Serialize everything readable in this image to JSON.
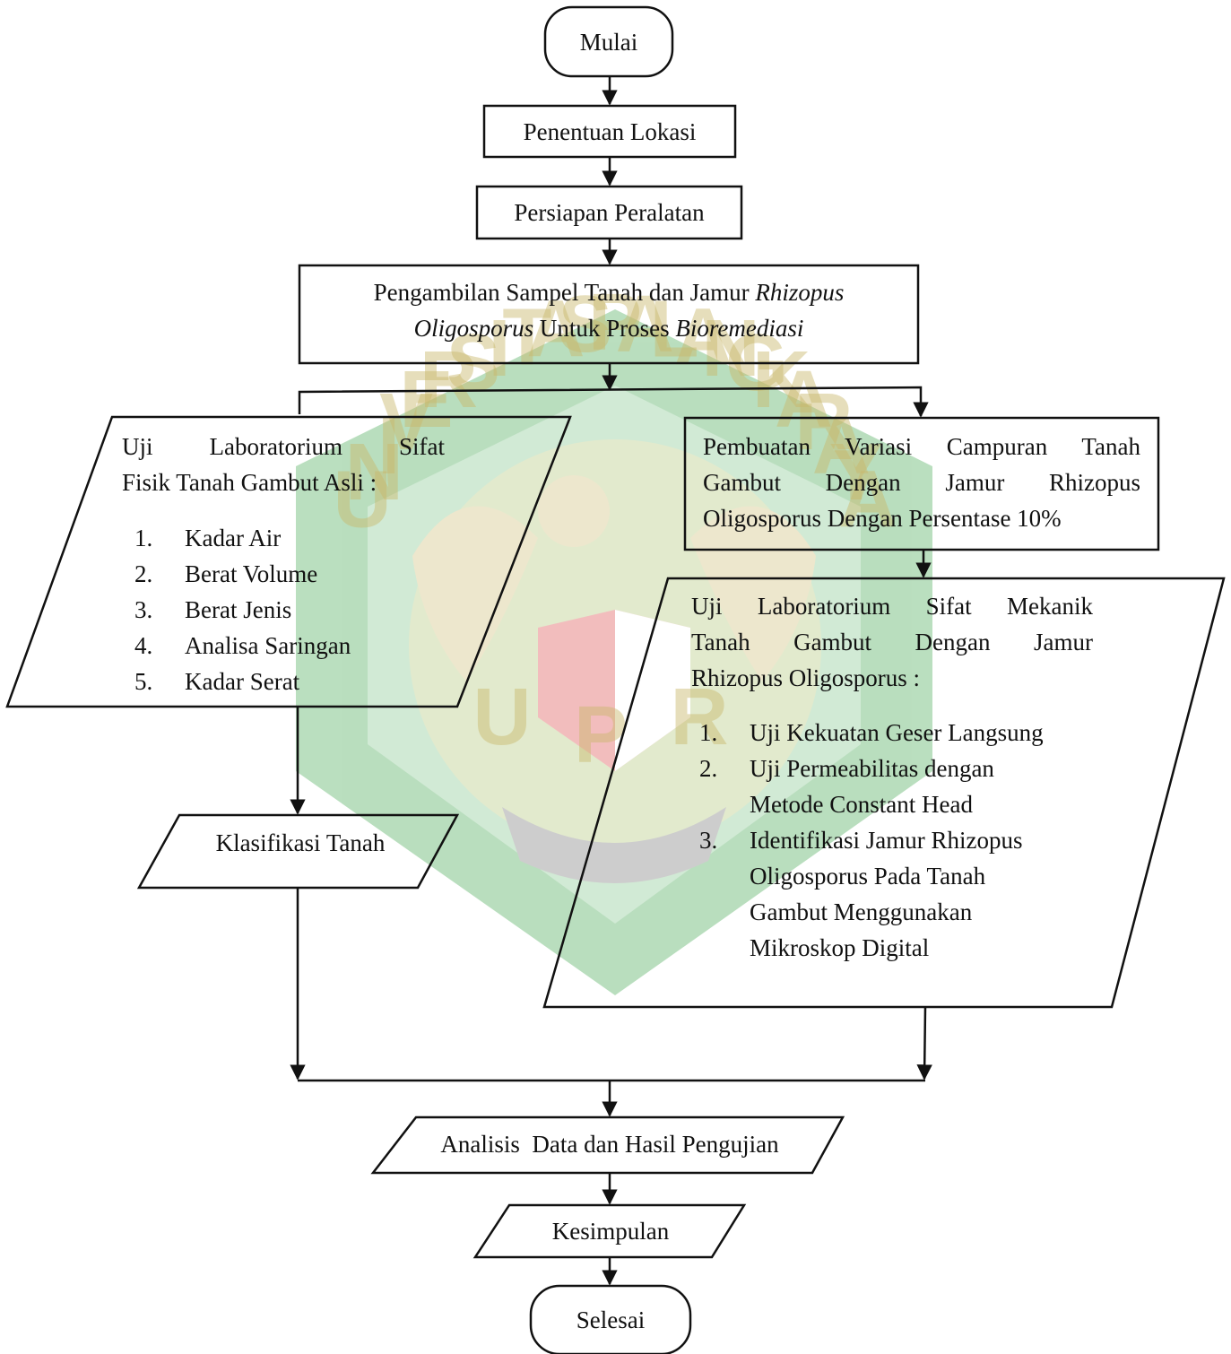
{
  "nodes": {
    "start": "Mulai",
    "location": "Penentuan Lokasi",
    "equipment": "Persiapan Peralatan",
    "sampling": {
      "part1": "Pengambilan Sampel Tanah dan Jamur ",
      "italic1": "Rhizopus",
      "italic2": "Oligosporus",
      "part2": " Untuk Proses ",
      "italic3": "Bioremediasi"
    },
    "physical_test": {
      "heading_line1": "Uji Laboratorium Sifat",
      "heading_line2": "Fisik Tanah Gambut Asli :",
      "items": [
        {
          "num": "1.",
          "label": "Kadar Air"
        },
        {
          "num": "2.",
          "label": "Berat Volume"
        },
        {
          "num": "3.",
          "label": "Berat Jenis"
        },
        {
          "num": "4.",
          "label": "Analisa Saringan"
        },
        {
          "num": "5.",
          "label": "Kadar Serat"
        }
      ]
    },
    "variation": {
      "line1": "Pembuatan Variasi Campuran Tanah",
      "line2": "Gambut Dengan Jamur Rhizopus",
      "line3": "Oligosporus Dengan Persentase 10%"
    },
    "mechanical_test": {
      "heading_line1": "Uji Laboratorium Sifat Mekanik",
      "heading_line2": "Tanah Gambut Dengan Jamur",
      "heading_line3": "Rhizopus Oligosporus :",
      "items": [
        {
          "num": "1.",
          "lines": [
            "Uji Kekuatan Geser Langsung"
          ]
        },
        {
          "num": "2.",
          "lines": [
            "Uji Permeabilitas dengan",
            "Metode Constant Head"
          ]
        },
        {
          "num": "3.",
          "lines": [
            "Identifikasi Jamur Rhizopus",
            "Oligosporus Pada Tanah",
            "Gambut Menggunakan",
            "Mikroskop Digital"
          ]
        }
      ]
    },
    "classification": "Klasifikasi Tanah",
    "analysis": "Analisis  Data dan Hasil Pengujian",
    "conclusion": "Kesimpulan",
    "end": "Selesai"
  },
  "watermark": {
    "letters": [
      "U",
      "N",
      "I",
      "V",
      "E",
      "R",
      "S",
      "I",
      "T",
      "A",
      "S",
      "P",
      "A",
      "L",
      "A",
      "N",
      "G",
      "K",
      "A",
      "R",
      "A",
      "Y",
      "A",
      "U",
      "P",
      "R"
    ],
    "colors": {
      "green": "#2e9e3e",
      "gold": "#d6c25a",
      "red": "#d93b3b"
    }
  }
}
